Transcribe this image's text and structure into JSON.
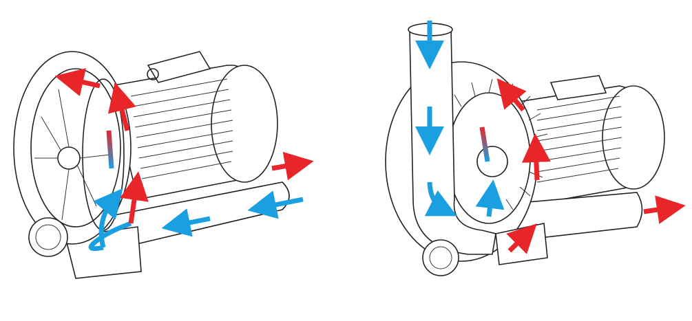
{
  "colors": {
    "outflow": "#e8262a",
    "inflow": "#1aa0e0",
    "outline": "#222222"
  },
  "figures": [
    {
      "name": "blower-single-stage",
      "inlet_side": "right",
      "outlet_side": "right"
    },
    {
      "name": "blower-vertical-inlet",
      "inlet_side": "top",
      "outlet_side": "right"
    }
  ]
}
